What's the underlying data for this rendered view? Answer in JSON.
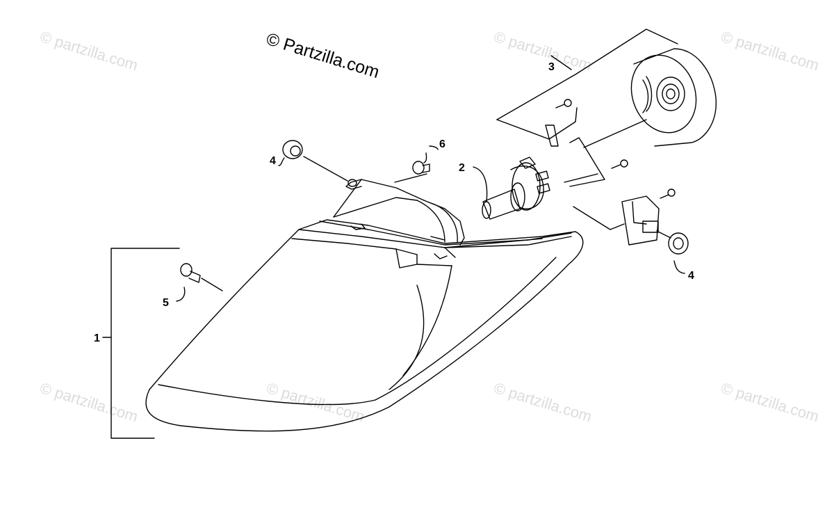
{
  "copyright": "© Partzilla.com",
  "watermark": "© partzilla.com",
  "callouts": {
    "c1": "1",
    "c2": "2",
    "c3": "3",
    "c4a": "4",
    "c4b": "4",
    "c5": "5",
    "c6": "6"
  }
}
